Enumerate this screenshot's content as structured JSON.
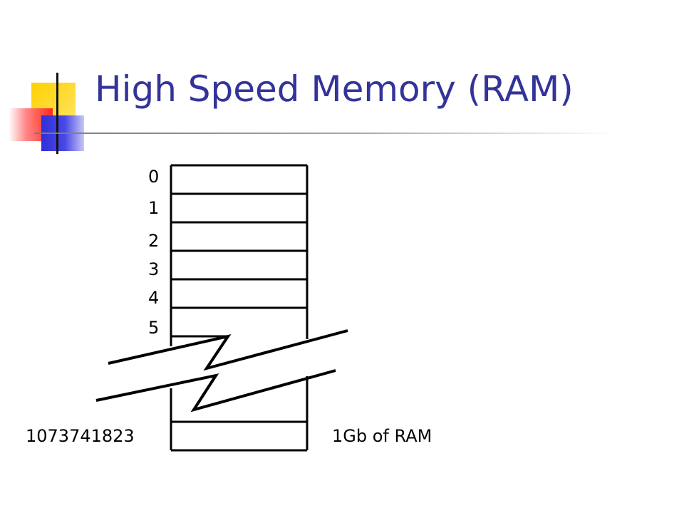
{
  "slide": {
    "title": "High Speed Memory (RAM)",
    "colors": {
      "title": "#33339a",
      "lines": "#000000"
    }
  },
  "memory": {
    "addresses": [
      "0",
      "1",
      "2",
      "3",
      "4",
      "5"
    ],
    "last_address": "1073741823",
    "size_label": "1Gb of RAM"
  }
}
